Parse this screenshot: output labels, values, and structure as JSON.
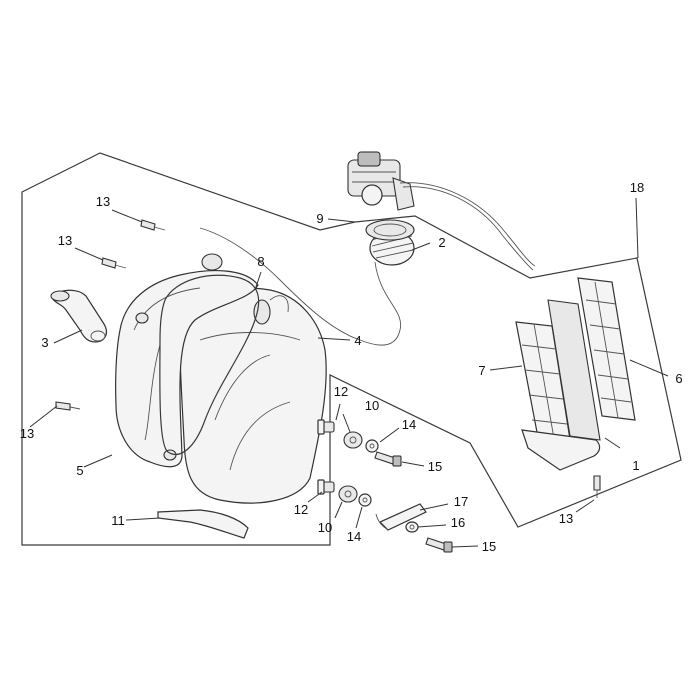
{
  "callouts": {
    "c1": "1",
    "c2": "2",
    "c3": "3",
    "c4": "4",
    "c5": "5",
    "c6": "6",
    "c7": "7",
    "c8": "8",
    "c9": "9",
    "c10a": "10",
    "c10b": "10",
    "c11": "11",
    "c12a": "12",
    "c12b": "12",
    "c13a": "13",
    "c13b": "13",
    "c13c": "13",
    "c13d": "13",
    "c14a": "14",
    "c14b": "14",
    "c15a": "15",
    "c15b": "15",
    "c16": "16",
    "c17": "17",
    "c18": "18"
  }
}
